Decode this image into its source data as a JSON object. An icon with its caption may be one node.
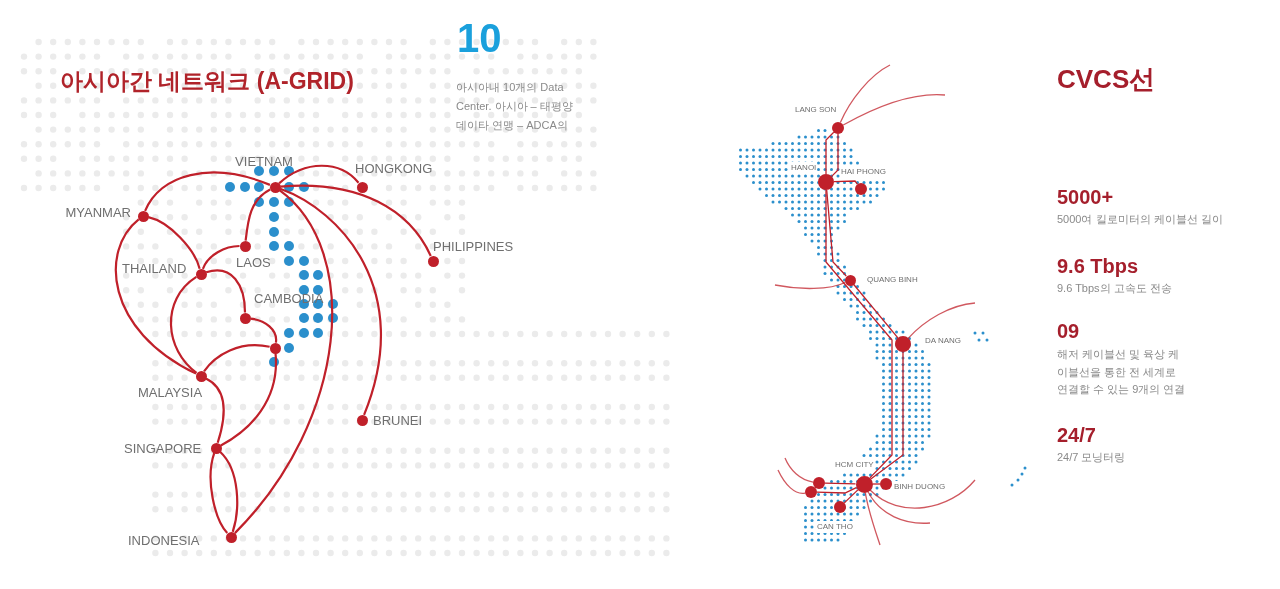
{
  "diagram": {
    "title": "아시아간 네트워크 (A-GRID)",
    "nodes": [
      {
        "text": [],
        "shape": "circle",
        "beside": [
          "VIETNAM"
        ]
      },
      {
        "text": [],
        "shape": "circle",
        "beside": [
          "HONGKONG"
        ]
      },
      {
        "text": [],
        "shape": "circle",
        "beside": [
          "MYANMAR"
        ]
      },
      {
        "text": [],
        "shape": "circle",
        "beside": [
          "LAOS"
        ]
      },
      {
        "text": [],
        "shape": "circle",
        "beside": [
          "PHILIPPINES"
        ]
      },
      {
        "text": [],
        "shape": "circle",
        "beside": [
          "THAILAND"
        ]
      },
      {
        "text": [],
        "shape": "circle",
        "beside": [
          "CAMBODIA"
        ]
      },
      {
        "text": [],
        "shape": "circle"
      },
      {
        "text": [],
        "shape": "circle",
        "beside": [
          "MALAYSIA"
        ]
      },
      {
        "text": [],
        "shape": "circle",
        "beside": [
          "BRUNEI"
        ]
      },
      {
        "text": [],
        "shape": "circle",
        "beside": [
          "SINGAPORE"
        ]
      },
      {
        "text": [],
        "shape": "circle",
        "beside": [
          "INDONESIA"
        ]
      },
      {
        "text": [],
        "shape": "circle",
        "beside": [
          "LANG SON"
        ]
      },
      {
        "text": [],
        "shape": "circle",
        "beside": [
          "HANOI"
        ]
      },
      {
        "text": [],
        "shape": "circle",
        "beside": [
          "HAI PHONG"
        ]
      },
      {
        "text": [],
        "shape": "circle",
        "beside": [
          "QUANG BINH"
        ]
      },
      {
        "text": [],
        "shape": "circle",
        "beside": [
          "DA NANG"
        ]
      },
      {
        "text": [],
        "shape": "circle",
        "beside": [
          "HCM CITY"
        ]
      },
      {
        "text": [],
        "shape": "circle",
        "beside": [
          "BINH DUONG"
        ]
      },
      {
        "text": [],
        "shape": "circle",
        "beside": [
          "CAN THO"
        ]
      },
      {
        "text": [],
        "shape": "circle"
      },
      {
        "text": [],
        "shape": "circle"
      }
    ],
    "edges": [
      {
        "from": 0,
        "to": 1,
        "arrow": "none"
      },
      {
        "from": 2,
        "to": 0,
        "arrow": "none"
      },
      {
        "from": 0,
        "to": 3,
        "arrow": "none"
      },
      {
        "from": 0,
        "to": 4,
        "arrow": "none"
      },
      {
        "from": 0,
        "to": 9,
        "arrow": "none"
      },
      {
        "from": 0,
        "to": 11,
        "arrow": "none"
      },
      {
        "from": 2,
        "to": 5,
        "arrow": "none"
      },
      {
        "from": 2,
        "to": 8,
        "arrow": "none"
      },
      {
        "from": 5,
        "to": 3,
        "arrow": "none"
      },
      {
        "from": 5,
        "to": 6,
        "arrow": "none"
      },
      {
        "from": 5,
        "to": 8,
        "arrow": "none"
      },
      {
        "from": 6,
        "to": 7,
        "arrow": "none"
      },
      {
        "from": 7,
        "to": 8,
        "arrow": "none"
      },
      {
        "from": 7,
        "to": 10,
        "arrow": "none"
      },
      {
        "from": 8,
        "to": 10,
        "arrow": "none"
      },
      {
        "from": 10,
        "to": 11,
        "arrow": "none"
      },
      {
        "from": 10,
        "to": 11,
        "arrow": "none"
      },
      {
        "from": 12,
        "to": 13,
        "arrow": "none"
      },
      {
        "from": 12,
        "to": 13,
        "arrow": "none"
      },
      {
        "from": 13,
        "to": 14,
        "arrow": "none"
      },
      {
        "from": 13,
        "to": 15,
        "arrow": "none"
      },
      {
        "from": 15,
        "to": 16,
        "arrow": "none"
      },
      {
        "from": 13,
        "to": 17,
        "arrow": "none"
      },
      {
        "from": 16,
        "to": 17,
        "arrow": "none"
      },
      {
        "from": 17,
        "to": 18,
        "arrow": "none"
      },
      {
        "from": 17,
        "to": 19,
        "arrow": "none"
      },
      {
        "from": 17,
        "to": 20,
        "arrow": "none"
      },
      {
        "from": 17,
        "to": 21,
        "arrow": "none"
      },
      {
        "from": 12,
        "to": null,
        "arrow": "none"
      },
      {
        "from": 12,
        "to": null,
        "arrow": "none"
      },
      {
        "from": 15,
        "to": null,
        "arrow": "none"
      },
      {
        "from": 16,
        "to": null,
        "arrow": "none"
      },
      {
        "from": 17,
        "to": null,
        "arrow": "none"
      },
      {
        "from": 17,
        "to": null,
        "arrow": "none"
      },
      {
        "from": 17,
        "to": null,
        "arrow": "none"
      },
      {
        "from": 20,
        "to": null,
        "arrow": "none"
      },
      {
        "from": 21,
        "to": null,
        "arrow": "none"
      }
    ],
    "labels": [
      "10",
      "아시아내 10개의 Data Center. 아시아 – 태평양 데이타 연맹 – ADCA의",
      "CVCS선",
      "5000+",
      "5000여 킬로미터의 케이블선 길이",
      "9.6 Tbps",
      "9.6 Tbps의 고속도 전송",
      "09",
      "해저 케이블선 및 육상 케이블선을 통한 전 세계로 연결할 수 있는 9개의 연결",
      "24/7",
      "24/7 모닝터링"
    ]
  }
}
